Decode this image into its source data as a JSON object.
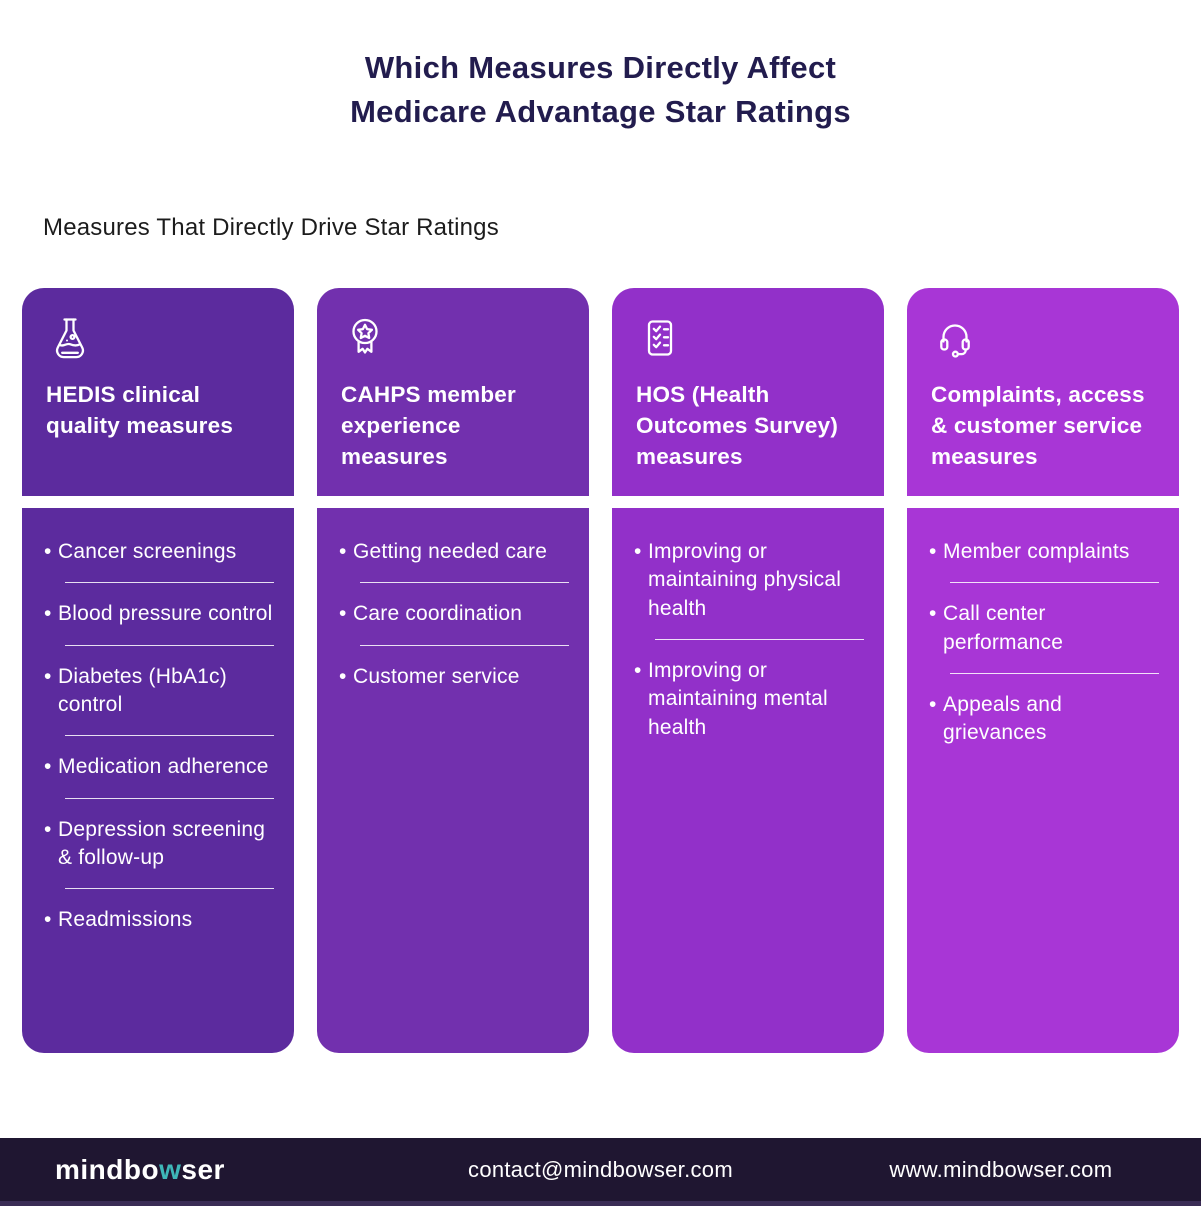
{
  "title": {
    "line1": "Which Measures Directly Affect",
    "line2": "Medicare Advantage Star Ratings"
  },
  "subtitle": "Measures That Directly Drive Star Ratings",
  "ui": {
    "bullet": "•"
  },
  "columns": [
    {
      "title": "HEDIS clinical quality measures",
      "icon": "flask-icon",
      "color": "#5c2b9e",
      "items": [
        "Cancer screenings",
        "Blood pressure control",
        "Diabetes (HbA1c) control",
        "Medication adherence",
        "Depression screening & follow-up",
        "Readmissions"
      ]
    },
    {
      "title": "CAHPS member experience measures",
      "icon": "award-badge-icon",
      "color": "#7230ae",
      "items": [
        "Getting needed care",
        "Care coordination",
        "Customer service"
      ]
    },
    {
      "title": "HOS (Health Outcomes Survey) measures",
      "icon": "checklist-icon",
      "color": "#9230c9",
      "items": [
        "Improving or maintaining physical health",
        "Improving or maintaining mental health"
      ]
    },
    {
      "title": "Complaints, access & customer service measures",
      "icon": "headset-icon",
      "color": "#a836d6",
      "items": [
        "Member complaints",
        "Call center performance",
        "Appeals and grievances"
      ]
    }
  ],
  "footer": {
    "background": "#1f1631",
    "logo_prefix": "mindbo",
    "logo_accent": "w",
    "logo_suffix": "ser",
    "logo_accent_color": "#3eb7b8",
    "email": "contact@mindbowser.com",
    "website": "www.mindbowser.com"
  }
}
